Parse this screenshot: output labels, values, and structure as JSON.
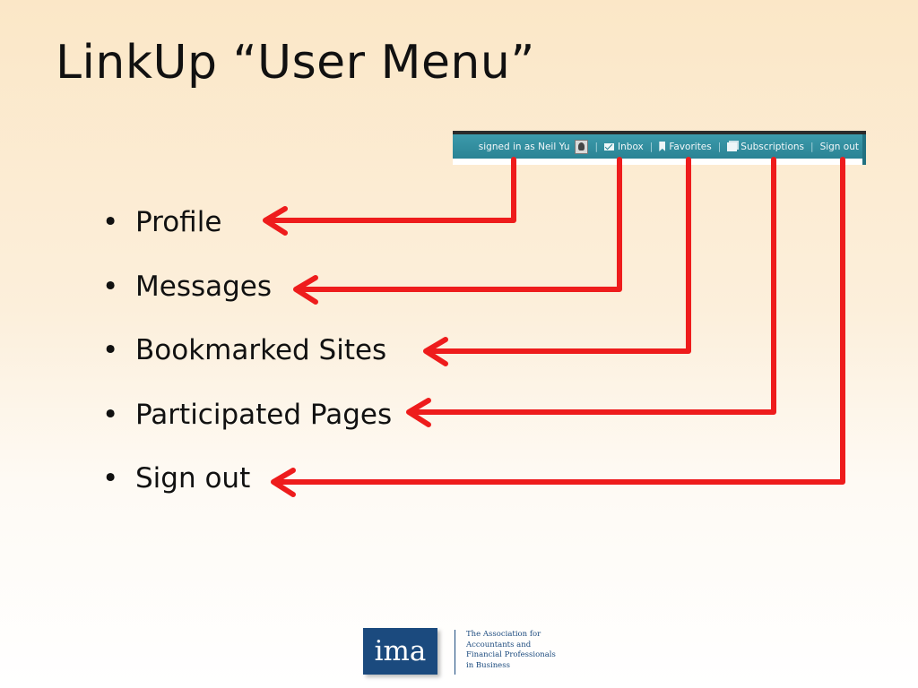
{
  "slide": {
    "title": "LinkUp “User Menu”"
  },
  "menu_bar": {
    "signed_in": "signed in as Neil Yu",
    "inbox": "Inbox",
    "favorites": "Favorites",
    "subscriptions": "Subscriptions",
    "sign_out": "Sign out",
    "separator": "|",
    "colors": {
      "bar": "#2a8394",
      "text": "#f3f8fa"
    },
    "icons": [
      "avatar-icon",
      "envelope-icon",
      "bookmark-icon",
      "subscriptions-icon"
    ]
  },
  "bullets": [
    {
      "symbol": "•",
      "label": "Profile"
    },
    {
      "symbol": "•",
      "label": "Messages"
    },
    {
      "symbol": "•",
      "label": "Bookmarked Sites"
    },
    {
      "symbol": "•",
      "label": "Participated Pages"
    },
    {
      "symbol": "•",
      "label": "Sign out"
    }
  ],
  "arrow_color": "#ee1c1c",
  "footer": {
    "logo": "ima",
    "tagline": [
      "The Association for",
      "Accountants and",
      "Financial Professionals",
      "in Business"
    ]
  }
}
